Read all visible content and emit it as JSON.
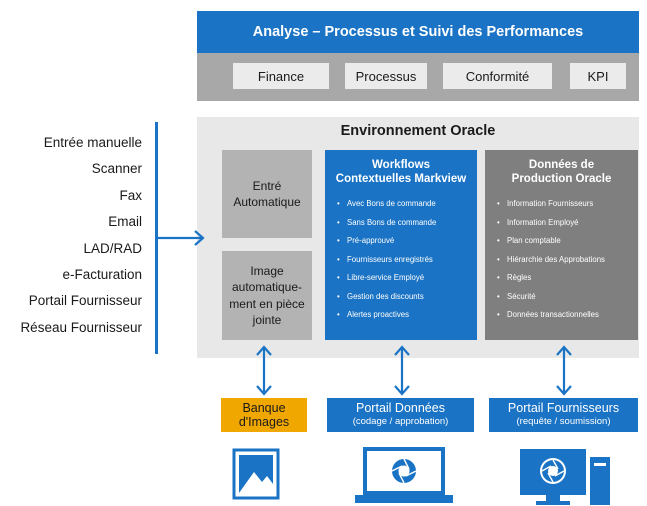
{
  "analysis": {
    "title": "Analyse – Processus et Suivi des Performances",
    "tabs": [
      "Finance",
      "Processus",
      "Conformité",
      "KPI"
    ]
  },
  "inputs": [
    "Entrée manuelle",
    "Scanner",
    "Fax",
    "Email",
    "LAD/RAD",
    "e-Facturation",
    "Portail Fournisseur",
    "Réseau Fournisseur"
  ],
  "oracle": {
    "title": "Environnement Oracle",
    "auto_entry": "Entré Automatique",
    "image_attach": "Image automatique-ment en pièce jointe",
    "workflows": {
      "title": "Workflows Contextuelles Markview",
      "items": [
        "Avec Bons de commande",
        "Sans Bons de commande",
        "Pré-approuvé",
        "Fournisseurs enregistrés",
        "Libre-service Employé",
        "Gestion des discounts",
        "Alertes proactives"
      ]
    },
    "production": {
      "title": "Données de Production Oracle",
      "items": [
        "Information Fournisseurs",
        "Information Employé",
        "Plan comptable",
        "Hiérarchie des Approbations",
        "Règles",
        "Sécurité",
        "Données transactionnelles"
      ]
    }
  },
  "portals": {
    "images": "Banque d'Images",
    "data": {
      "title": "Portail Données",
      "subtitle": "(codage / approbation)"
    },
    "suppliers": {
      "title": "Portail Fournisseurs",
      "subtitle": "(requête / soumission)"
    }
  },
  "colors": {
    "blue": "#1a73c4",
    "gray_dark": "#7f7f7f",
    "gray_light": "#b3b3b3",
    "orange": "#f0a800"
  },
  "icons": [
    "image-icon",
    "laptop-shutter-icon",
    "desktop-computer-icon"
  ]
}
